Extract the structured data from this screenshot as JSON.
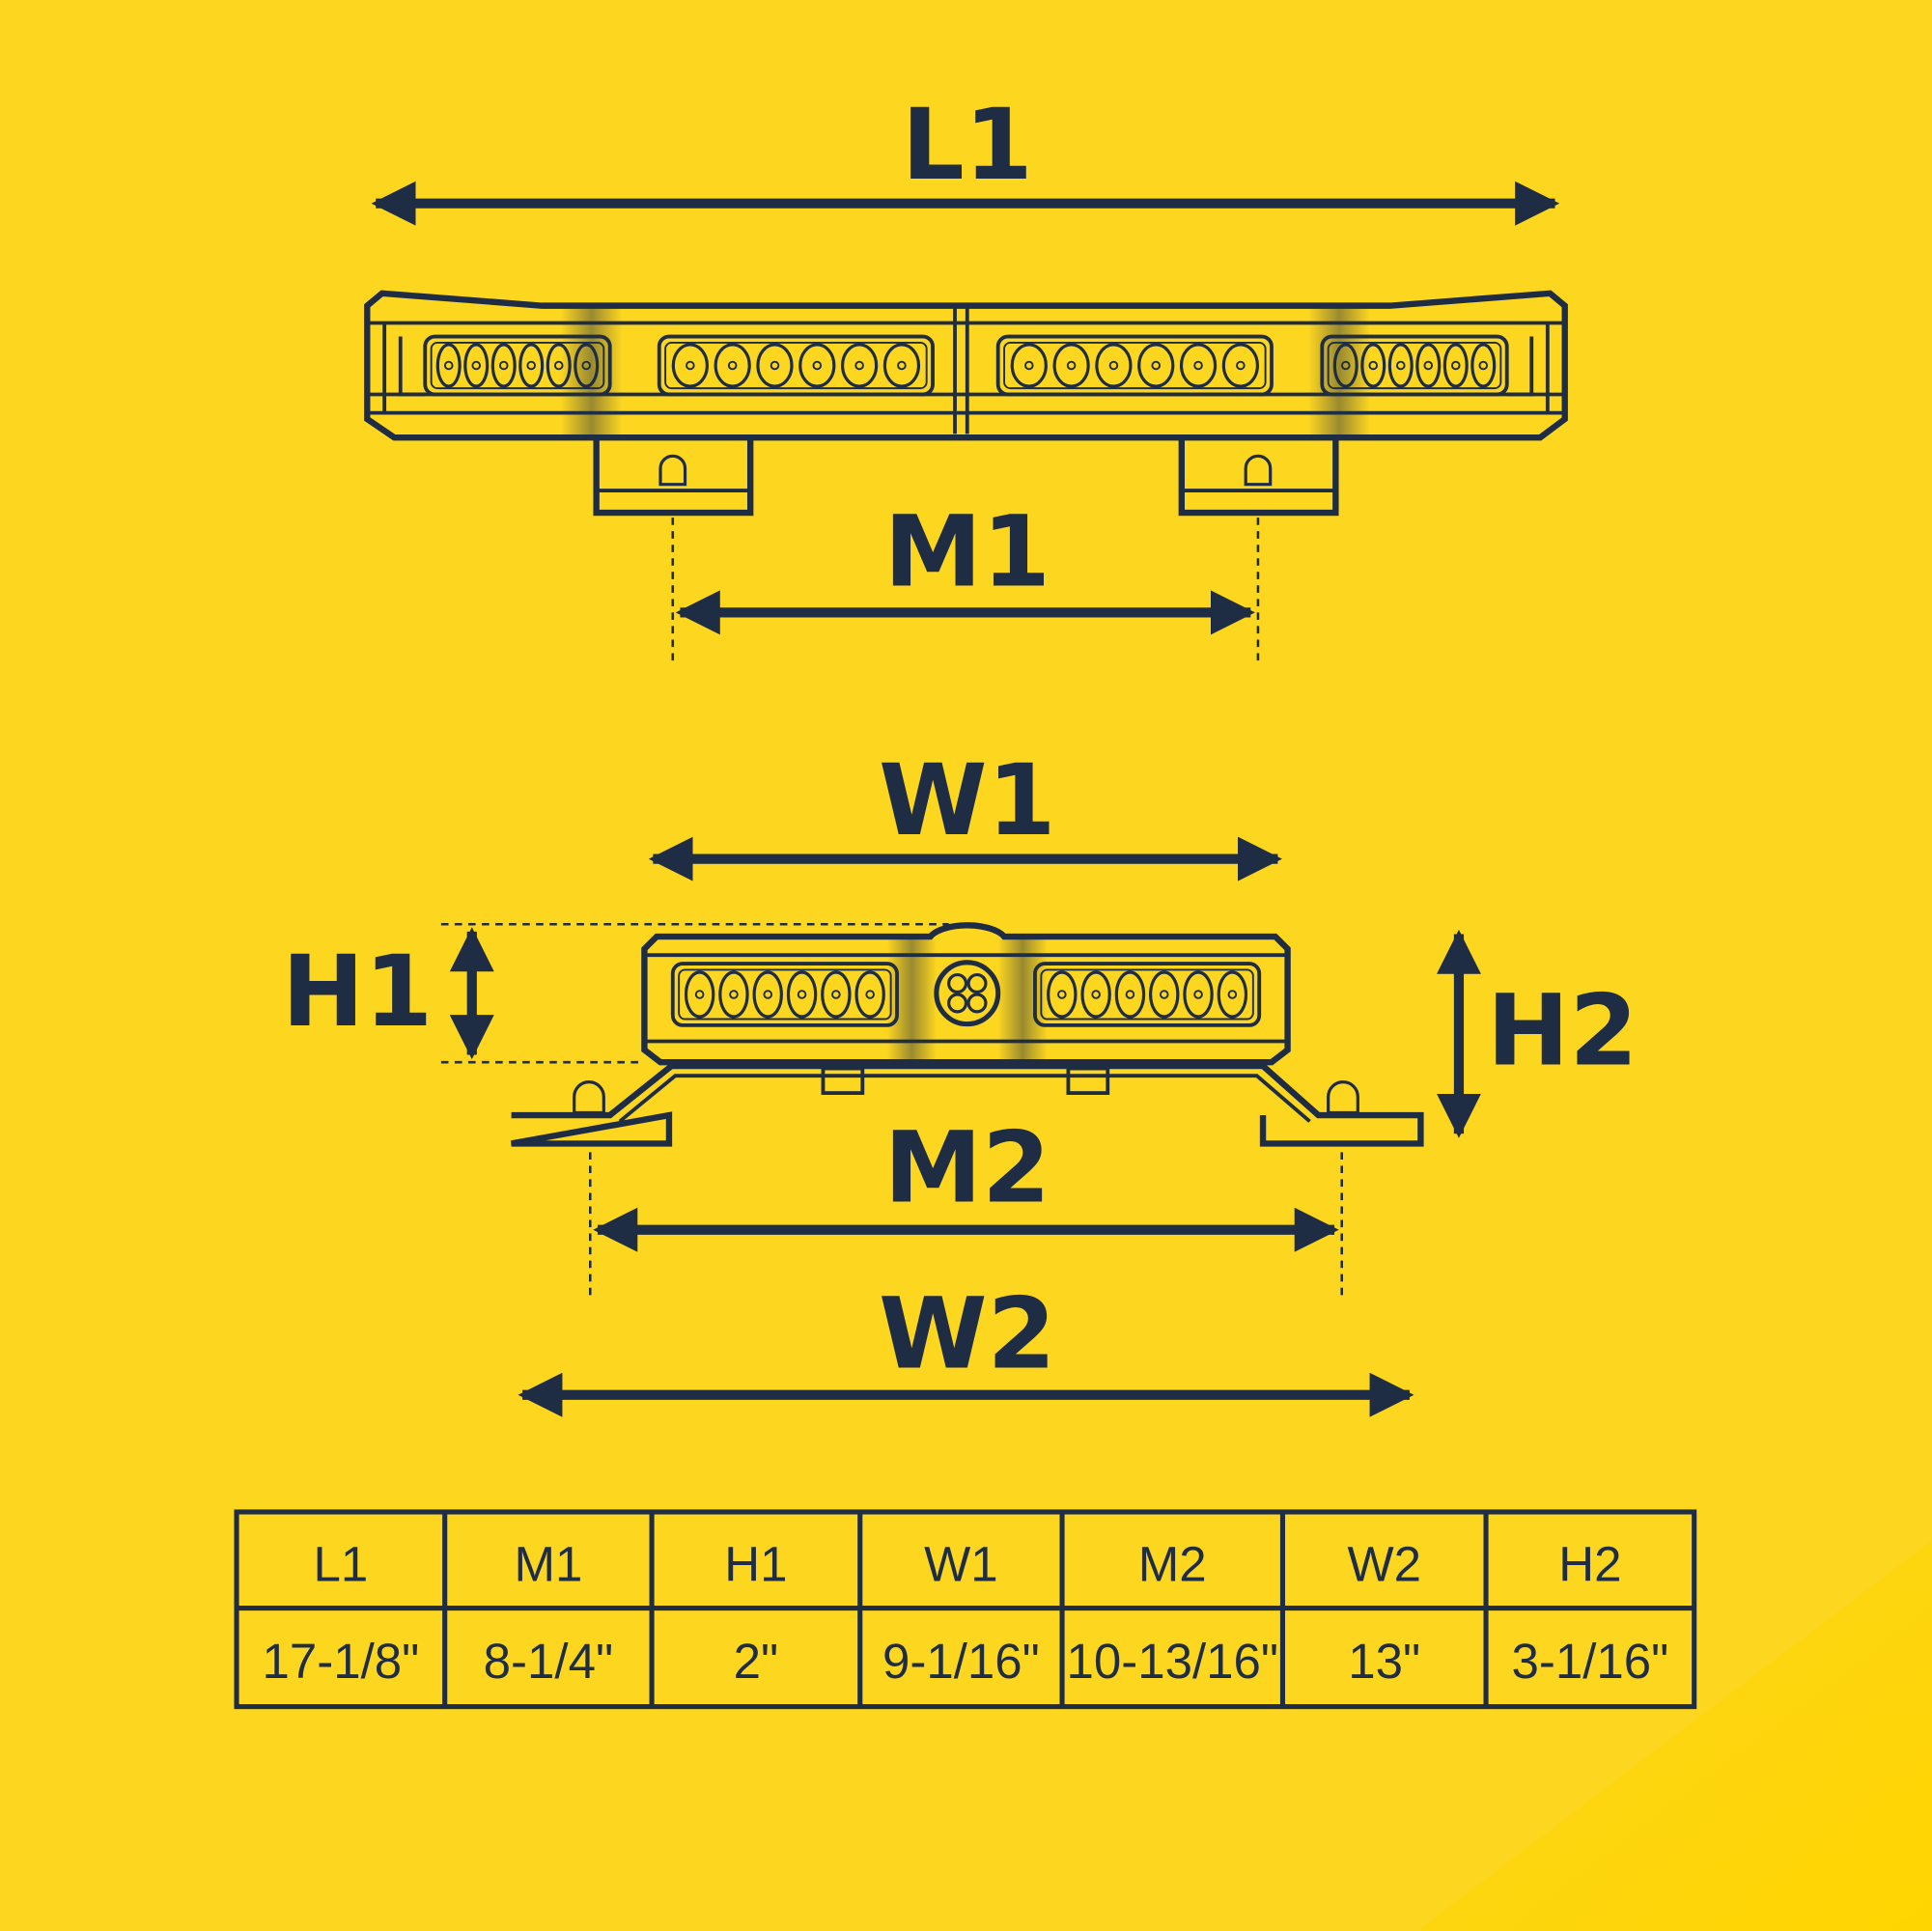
{
  "labels": {
    "L1": "L1",
    "M1": "M1",
    "W1": "W1",
    "H1": "H1",
    "H2": "H2",
    "M2": "M2",
    "W2": "W2"
  },
  "table": {
    "headers": [
      "L1",
      "M1",
      "H1",
      "W1",
      "M2",
      "W2",
      "H2"
    ],
    "values": [
      "17-1/8\"",
      "8-1/4\"",
      "2\"",
      "9-1/16\"",
      "10-13/16\"",
      "13\"",
      "3-1/16\""
    ]
  },
  "colors": {
    "background": "#FDD620",
    "ink": "#1F2D44",
    "corner": "#FFD500"
  }
}
